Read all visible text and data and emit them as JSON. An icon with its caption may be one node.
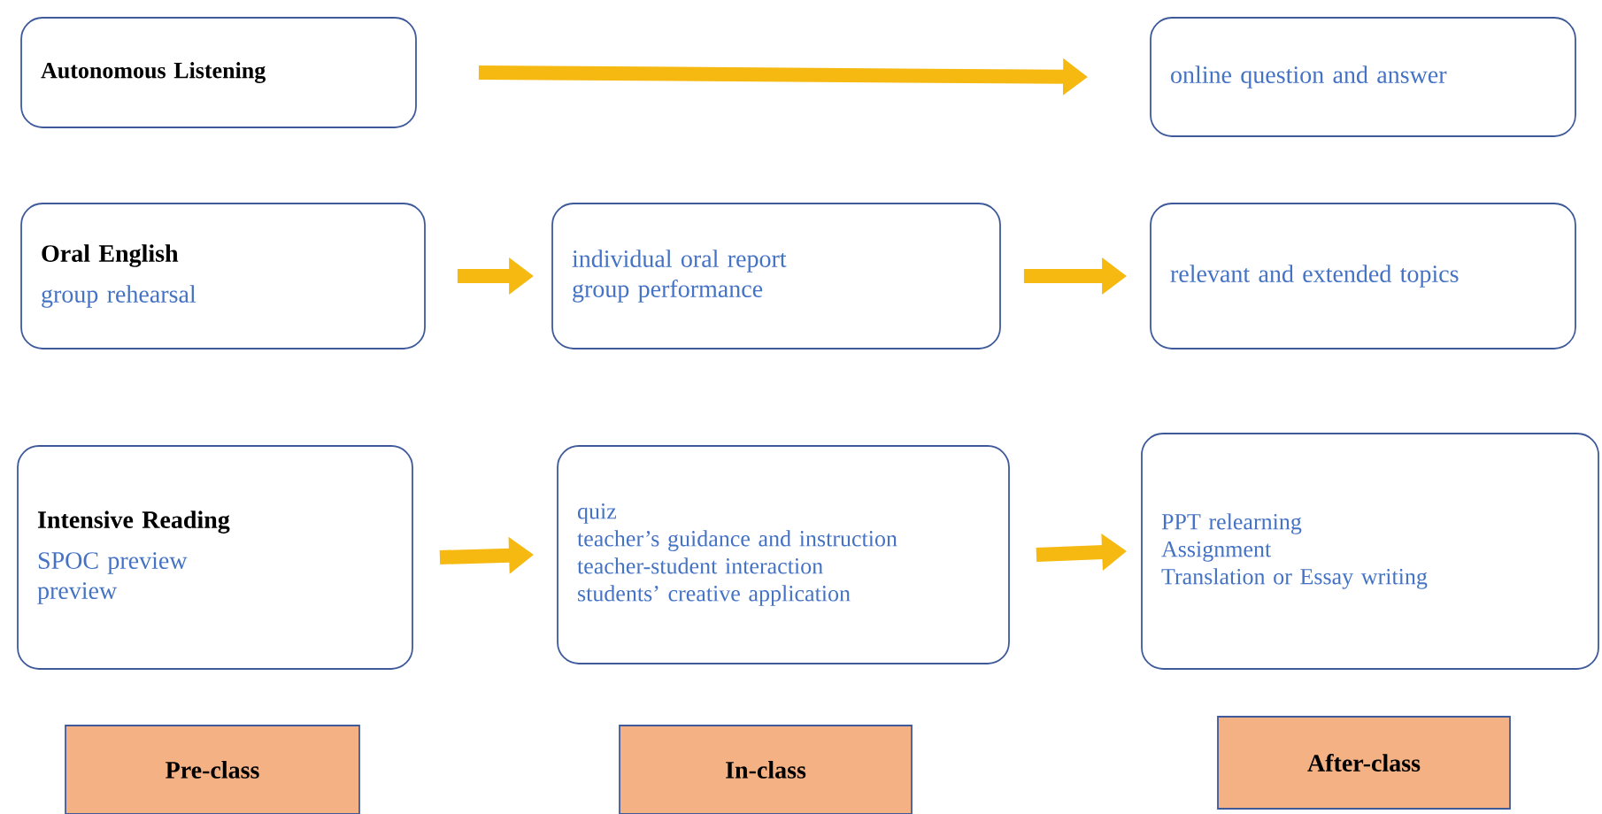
{
  "diagram": {
    "nodes": [
      {
        "text": [
          "Autonomous Listening"
        ]
      },
      {
        "text": [
          "online question and answer"
        ]
      },
      {
        "text": [
          "Oral English",
          "group rehearsal"
        ]
      },
      {
        "text": [
          "individual oral report",
          "group performance"
        ]
      },
      {
        "text": [
          "relevant and extended topics"
        ]
      },
      {
        "text": [
          "Intensive Reading",
          "SPOC preview",
          "preview"
        ]
      },
      {
        "text": [
          "quiz",
          "teacher’s guidance and instruction",
          "teacher-student interaction",
          "students’ creative application"
        ]
      },
      {
        "text": [
          "PPT relearning",
          "Assignment",
          "Translation or Essay writing"
        ]
      },
      {
        "text": [
          "Pre-class"
        ]
      },
      {
        "text": [
          "In-class"
        ]
      },
      {
        "text": [
          "After-class"
        ]
      }
    ],
    "edges": [
      {
        "from": 0,
        "to": 1,
        "arrow": "to"
      },
      {
        "from": 2,
        "to": 3,
        "arrow": "to"
      },
      {
        "from": 3,
        "to": 4,
        "arrow": "to"
      },
      {
        "from": 5,
        "to": 6,
        "arrow": "to"
      },
      {
        "from": 6,
        "to": 7,
        "arrow": "to"
      }
    ]
  }
}
